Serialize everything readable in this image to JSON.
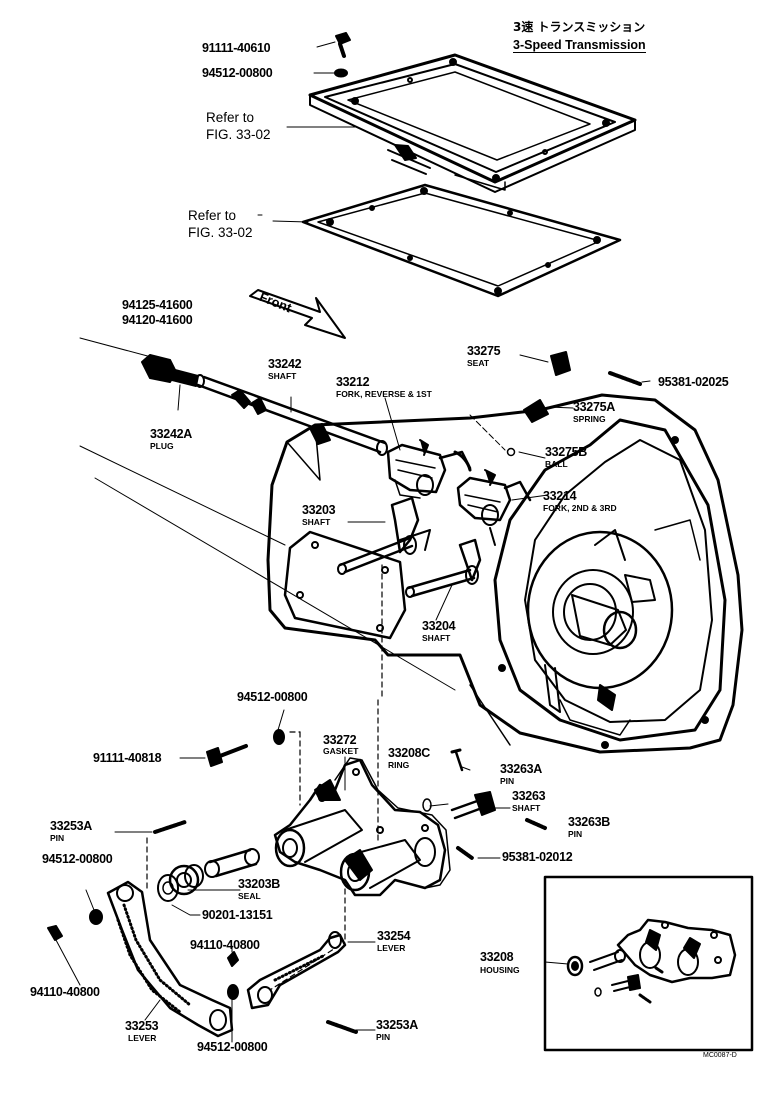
{
  "title": {
    "jp": "3速 トランスミッション",
    "en": "3-Speed Transmission"
  },
  "front_label": "Front",
  "refs": [
    {
      "line1": "Refer to",
      "line2": "FIG. 33-02"
    },
    {
      "line1": "Refer to",
      "line2": "FIG. 33-02"
    }
  ],
  "parts": {
    "p91111_40610": "91111-40610",
    "p94512_00800_top": "94512-00800",
    "p94125_41600": "94125-41600",
    "p94120_41600": "94120-41600",
    "p33242": {
      "num": "33242",
      "name": "SHAFT"
    },
    "p33242A": {
      "num": "33242A",
      "name": "PLUG"
    },
    "p33212": {
      "num": "33212",
      "name": "FORK, REVERSE & 1ST"
    },
    "p33275": {
      "num": "33275",
      "name": "SEAT"
    },
    "p95381_02025": "95381-02025",
    "p33275A": {
      "num": "33275A",
      "name": "SPRING"
    },
    "p33275B": {
      "num": "33275B",
      "name": "BALL"
    },
    "p33214": {
      "num": "33214",
      "name": "FORK, 2ND & 3RD"
    },
    "p33203": {
      "num": "33203",
      "name": "SHAFT"
    },
    "p33204": {
      "num": "33204",
      "name": "SHAFT"
    },
    "p94512_00800_mid": "94512-00800",
    "p91111_40818": "91111-40818",
    "p33272": {
      "num": "33272",
      "name": "GASKET"
    },
    "p33208C": {
      "num": "33208C",
      "name": "RING"
    },
    "p33263A": {
      "num": "33263A",
      "name": "PIN"
    },
    "p33263": {
      "num": "33263",
      "name": "SHAFT"
    },
    "p33263B": {
      "num": "33263B",
      "name": "PIN"
    },
    "p33253A_left": {
      "num": "33253A",
      "name": "PIN"
    },
    "p94512_00800_left": "94512-00800",
    "p95381_02012": "95381-02012",
    "p33203B": {
      "num": "33203B",
      "name": "SEAL"
    },
    "p90201_13151": "90201-13151",
    "p33254": {
      "num": "33254",
      "name": "LEVER"
    },
    "p94110_40800_mid": "94110-40800",
    "p94110_40800_left": "94110-40800",
    "p33253": {
      "num": "33253",
      "name": "LEVER"
    },
    "p94512_00800_bot": "94512-00800",
    "p33253A_bot": {
      "num": "33253A",
      "name": "PIN"
    },
    "p33208": {
      "num": "33208",
      "name": "HOUSING"
    }
  },
  "figure_code": "MC0087-D"
}
